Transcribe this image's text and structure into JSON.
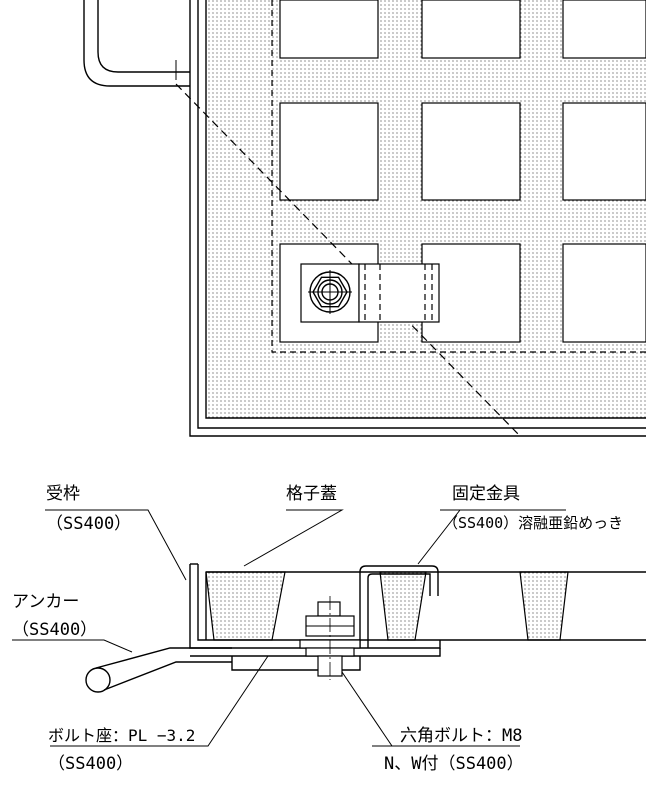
{
  "labels": {
    "receiving_frame": "受枠",
    "receiving_frame_material": "（SS400）",
    "grating_cover": "格子蓋",
    "fixing_bracket": "固定金具",
    "fixing_bracket_material": "（SS400）溶融亜鉛めっき",
    "anchor": "アンカー",
    "anchor_material": "（SS400）",
    "bolt_seat": "ボルト座：PL −3.2",
    "bolt_seat_material": "（SS400）",
    "hex_bolt": "六角ボルト：M8",
    "hex_bolt_material": "N、W付（SS400）"
  }
}
